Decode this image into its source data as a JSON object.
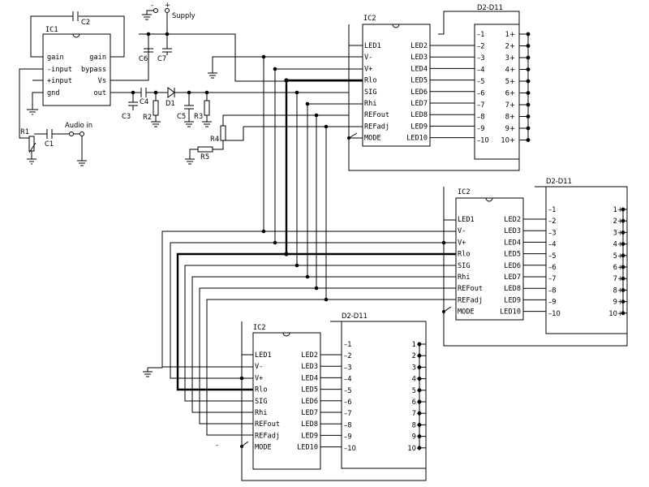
{
  "chips": {
    "ic1": {
      "name": "IC1",
      "left_pins": [
        "gain",
        "-input",
        "+input",
        "gnd"
      ],
      "right_pins": [
        "gain",
        "bypass",
        "Vs",
        "out"
      ]
    },
    "ic2_top": {
      "name": "IC2",
      "left_pins": [
        "LED1",
        "V-",
        "V+",
        "Rlo",
        "SIG",
        "Rhi",
        "REFout",
        "REFadj",
        "MODE"
      ],
      "right_pins": [
        "LED2",
        "LED3",
        "LED4",
        "LED5",
        "LED6",
        "LED7",
        "LED8",
        "LED9",
        "LED10"
      ]
    },
    "ic2_mid": {
      "name": "IC2",
      "left_pins": [
        "LED1",
        "V-",
        "V+",
        "Rlo",
        "SIG",
        "Rhi",
        "REFout",
        "REFadj",
        "MODE"
      ],
      "right_pins": [
        "LED2",
        "LED3",
        "LED4",
        "LED5",
        "LED6",
        "LED7",
        "LED8",
        "LED9",
        "LED10"
      ]
    },
    "ic2_bot": {
      "name": "IC2",
      "left_pins": [
        "LED1",
        "V-",
        "V+",
        "Rlo",
        "SIG",
        "Rhi",
        "REFout",
        "REFadj",
        "MODE"
      ],
      "right_pins": [
        "LED2",
        "LED3",
        "LED4",
        "LED5",
        "LED6",
        "LED7",
        "LED8",
        "LED9",
        "LED10"
      ]
    }
  },
  "led_arrays": {
    "top": {
      "name": "D2-D11",
      "minus": [
        "–1",
        "–2",
        "–3",
        "–4",
        "–5",
        "–6",
        "–7",
        "–8",
        "–9",
        "–10"
      ],
      "plus": [
        "1+",
        "2+",
        "3+",
        "4+",
        "5+",
        "6+",
        "7+",
        "8+",
        "9+",
        "10+"
      ]
    },
    "mid": {
      "name": "D2-D11",
      "minus": [
        "–1",
        "–2",
        "–3",
        "–4",
        "–5",
        "–6",
        "–7",
        "–8",
        "–9",
        "–10"
      ],
      "plus": [
        "1+",
        "2+",
        "3+",
        "4+",
        "5+",
        "6+",
        "7+",
        "8+",
        "9+",
        "10+"
      ]
    },
    "bot": {
      "name": "D2-D11",
      "minus": [
        "–1",
        "–2",
        "–3",
        "–4",
        "–5",
        "–6",
        "–7",
        "–8",
        "–9",
        "–10"
      ],
      "plus": [
        "1+",
        "2+",
        "3+",
        "4+",
        "5+",
        "6+",
        "7+",
        "8+",
        "9+",
        "10+"
      ]
    }
  },
  "components": {
    "c1": "C1",
    "c2": "C2",
    "c3": "C3",
    "c4": "C4",
    "c5": "C5",
    "c6": "C6",
    "c7": "C7",
    "r1": "R1",
    "r2": "R2",
    "r3": "R3",
    "r4": "R4",
    "r5": "R5",
    "d1": "D1"
  },
  "labels": {
    "supply": "Supply",
    "audio_in": "Audio in",
    "minus": "-",
    "plus": "+",
    "stray_dash": "-"
  }
}
